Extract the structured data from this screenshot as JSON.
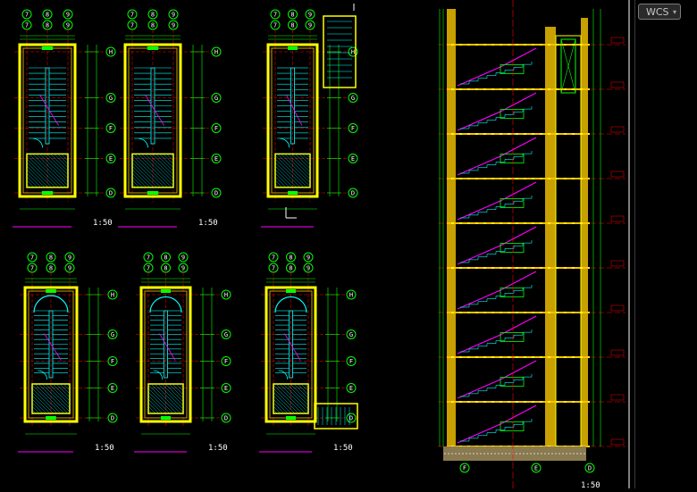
{
  "viewport": {
    "wcs_label": "WCS"
  },
  "plans": [
    {
      "id": "p1",
      "title_text": "",
      "scale": "1:50",
      "note": ""
    },
    {
      "id": "p2",
      "title_text": "",
      "scale": "1:50"
    },
    {
      "id": "p3",
      "title_text": "",
      "scale": ""
    },
    {
      "id": "p4",
      "title_text": "",
      "scale": "1:50"
    },
    {
      "id": "p5",
      "title_text": "",
      "scale": "1:50"
    },
    {
      "id": "p6",
      "title_text": "",
      "scale": "1:50"
    }
  ],
  "section": {
    "title_text": "",
    "scale": "1:50"
  },
  "grid_letters": [
    "H",
    "G",
    "F",
    "E",
    "D"
  ],
  "grid_numbers": [
    "7",
    "8",
    "9"
  ],
  "colors": {
    "background": "#000000",
    "wall": "#ffff00",
    "wall_fill": "#c8a000",
    "grid_bubble": "#00ff00",
    "grid_line": "#ff0000",
    "dimension": "#00ff00",
    "stair": "#00ffff",
    "annotation": "#ff00ff",
    "text": "#ffffff"
  }
}
